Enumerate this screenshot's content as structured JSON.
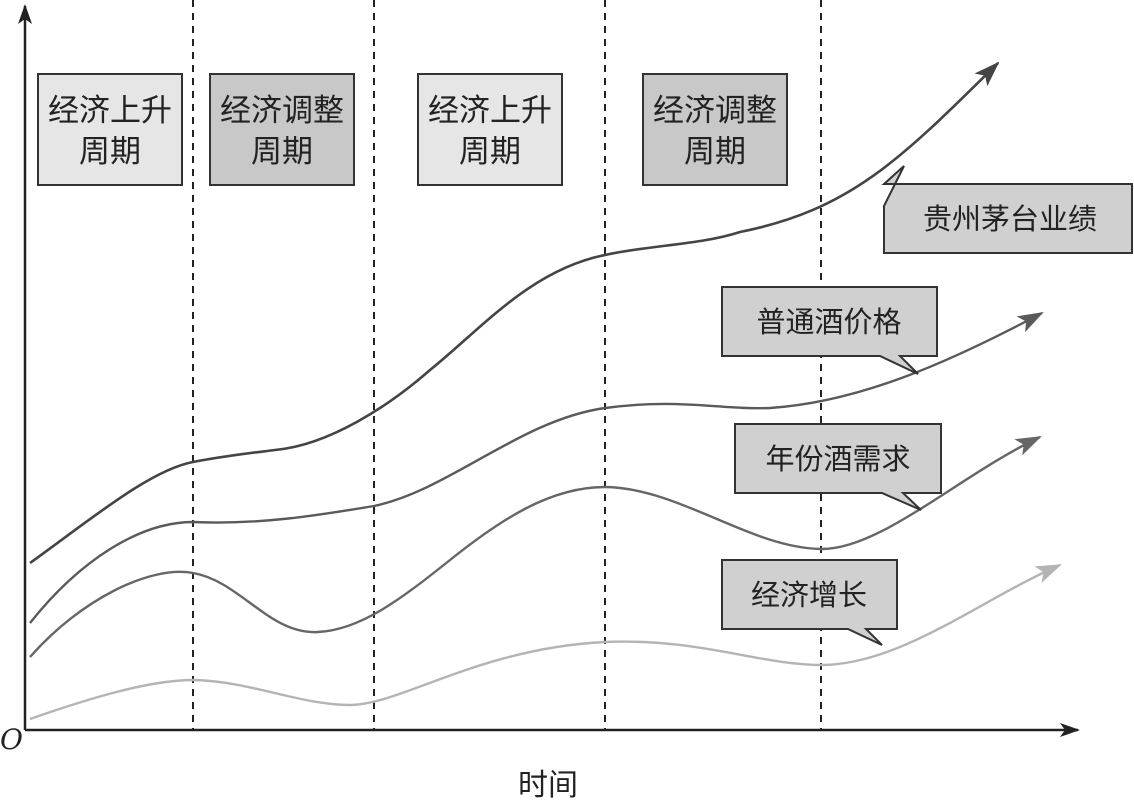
{
  "axes": {
    "origin_label": "O",
    "x_label": "时间"
  },
  "periods": [
    {
      "line1": "经济上升",
      "line2": "周期",
      "kind": "upturn"
    },
    {
      "line1": "经济调整",
      "line2": "周期",
      "kind": "adjustment"
    },
    {
      "line1": "经济上升",
      "line2": "周期",
      "kind": "upturn"
    },
    {
      "line1": "经济调整",
      "line2": "周期",
      "kind": "adjustment"
    }
  ],
  "series": [
    {
      "key": "moutai",
      "label": "贵州茅台业绩",
      "color": "#444444"
    },
    {
      "key": "regular_price",
      "label": "普通酒价格",
      "color": "#5a5a5a"
    },
    {
      "key": "vintage_demand",
      "label": "年份酒需求",
      "color": "#666666"
    },
    {
      "key": "economic_growth",
      "label": "经济增长",
      "color": "#b4b4b4"
    }
  ],
  "colors": {
    "upturn_box_fill": "#e6e6e6",
    "adjustment_box_fill": "#c8c8c8",
    "callout_fill": "#d0d0d0",
    "axis": "#222222"
  }
}
